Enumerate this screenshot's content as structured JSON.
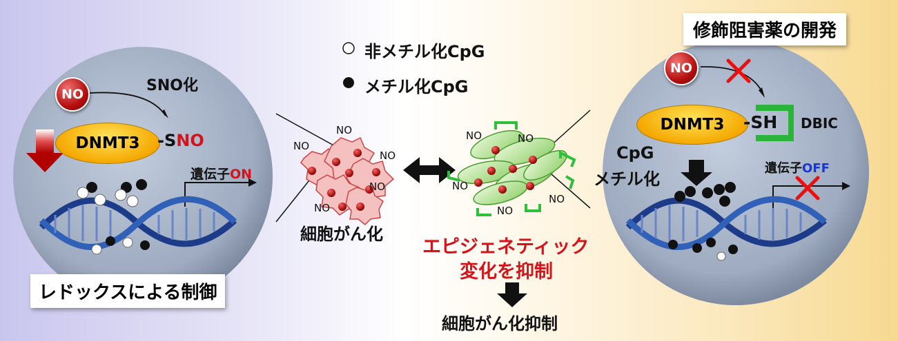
{
  "legend": {
    "unmethylated": "非メチル化CpG",
    "methylated": "メチル化CpG"
  },
  "left_panel": {
    "no_label": "NO",
    "sno_label": "SNO化",
    "enzyme": "DNMT3",
    "s_prefix": "-S",
    "no_suffix": "NO",
    "gene_prefix": "遺伝子",
    "gene_state": "ON",
    "caption": "レドックスによる制御"
  },
  "center": {
    "no_tag": "NO",
    "cancer_label": "細胞がん化",
    "epigenetic_line1": "エピジェネティック",
    "epigenetic_line2": "変化を抑制",
    "result_label": "細胞がん化抑制"
  },
  "right_panel": {
    "title": "修飾阻害薬の開発",
    "no_label": "NO",
    "enzyme": "DNMT3",
    "sh_label": "-SH",
    "inhibitor": "DBIC",
    "cpg_line1": "CpG",
    "cpg_line2": "メチル化",
    "gene_prefix": "遺伝子",
    "gene_state": "OFF"
  },
  "colors": {
    "red_accent": "#d4141b",
    "blue_accent": "#1536d8",
    "circle_fill": "#aab6c9",
    "dnmt_fill": "#f5b800"
  }
}
